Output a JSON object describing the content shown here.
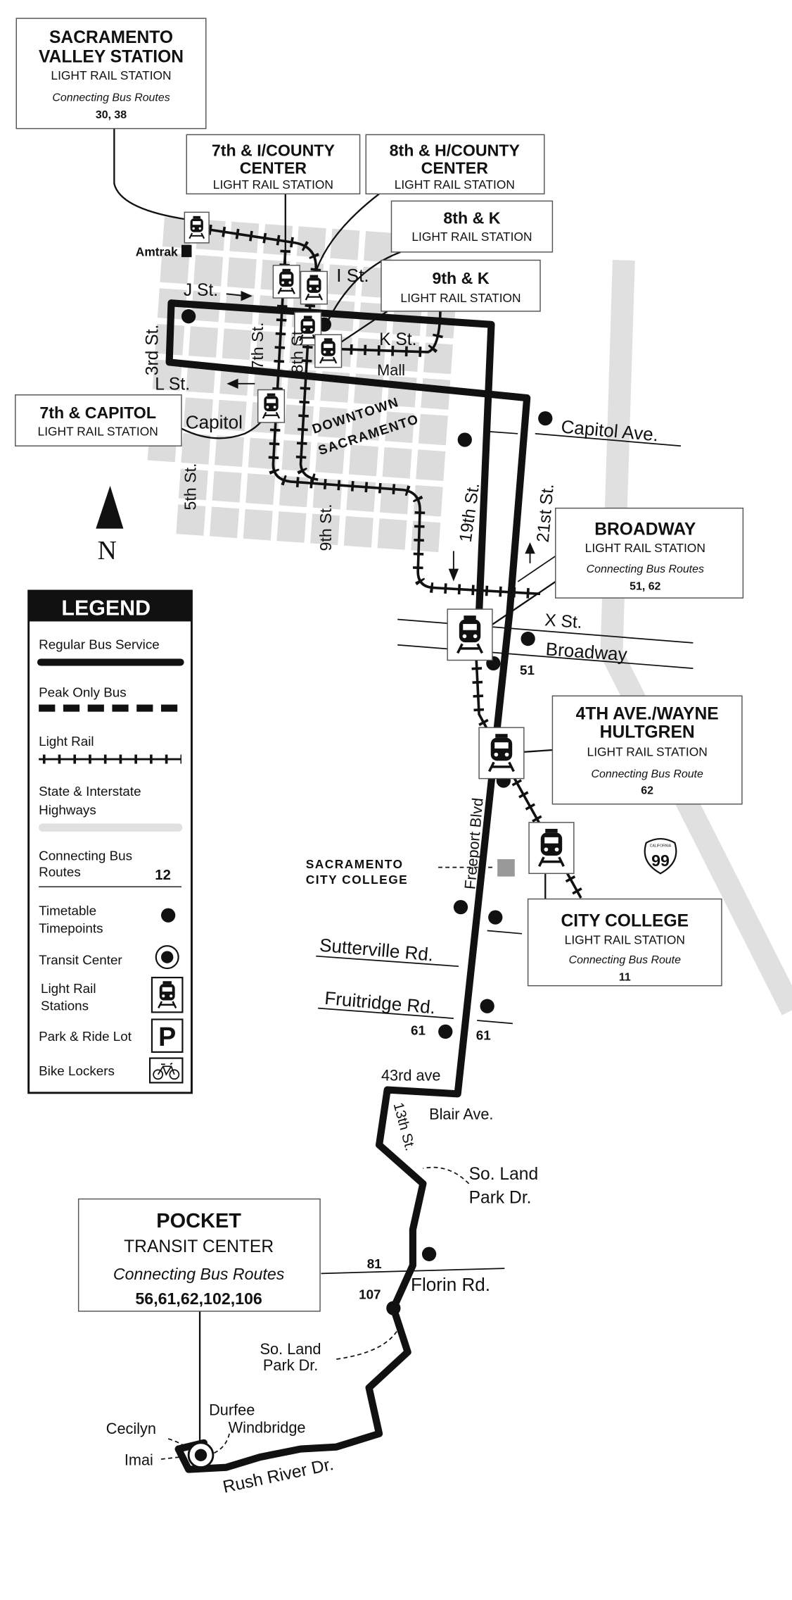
{
  "stations": {
    "sacramento_valley": {
      "line1": "SACRAMENTO",
      "line2": "VALLEY STATION",
      "type": "LIGHT RAIL STATION",
      "connecting": "Connecting Bus Routes",
      "routes": "30, 38"
    },
    "seventh_i": {
      "line1": "7th & I/COUNTY",
      "line2": "CENTER",
      "type": "LIGHT RAIL STATION"
    },
    "eighth_h": {
      "line1": "8th & H/COUNTY",
      "line2": "CENTER",
      "type": "LIGHT RAIL STATION"
    },
    "eighth_k": {
      "line1": "8th & K",
      "type": "LIGHT RAIL STATION"
    },
    "ninth_k": {
      "line1": "9th & K",
      "type": "LIGHT RAIL STATION"
    },
    "seventh_capitol": {
      "line1": "7th & CAPITOL",
      "type": "LIGHT RAIL STATION"
    },
    "broadway": {
      "line1": "BROADWAY",
      "type": "LIGHT RAIL STATION",
      "connecting": "Connecting Bus Routes",
      "routes": "51, 62"
    },
    "fourth_ave": {
      "line1": "4TH AVE./WAYNE",
      "line2": "HULTGREN",
      "type": "LIGHT RAIL STATION",
      "connecting": "Connecting Bus Route",
      "routes": "62"
    },
    "city_college": {
      "line1": "CITY COLLEGE",
      "type": "LIGHT RAIL STATION",
      "connecting": "Connecting Bus Route",
      "routes": "11"
    },
    "pocket": {
      "line1": "POCKET",
      "type": "TRANSIT CENTER",
      "connecting": "Connecting Bus Routes",
      "routes": "56,61,62,102,106"
    }
  },
  "labels": {
    "amtrak": "Amtrak",
    "j_st": "J St.",
    "i_st": "I St.",
    "third_st": "3rd St.",
    "seventh_st": "7th St.",
    "eighth_st": "8th St.",
    "k_st": "K St.",
    "mall": "Mall",
    "l_st": "L St.",
    "capitol": "Capitol",
    "fifth_st": "5th St.",
    "ninth_st": "9th St.",
    "downtown": "DOWNTOWN",
    "sacramento": "SACRAMENTO",
    "nineteenth_st": "19th St.",
    "twentyfirst_st": "21st St.",
    "capitol_ave": "Capitol Ave.",
    "x_st": "X St.",
    "broadway": "Broadway",
    "route_51": "51",
    "freeport": "Freeport Blvd",
    "scc_1": "SACRAMENTO",
    "scc_2": "CITY COLLEGE",
    "hwy_99": "99",
    "hwy_state": "CALIFORNIA",
    "sutterville": "Sutterville Rd.",
    "fruitridge": "Fruitridge Rd.",
    "route_61a": "61",
    "route_61b": "61",
    "ave_43": "43rd ave",
    "blair": "Blair Ave.",
    "thirteenth": "13th St.",
    "sl_park1_a": "So. Land",
    "sl_park1_b": "Park Dr.",
    "route_81": "81",
    "route_107": "107",
    "florin": "Florin Rd.",
    "sl_park2_a": "So. Land",
    "sl_park2_b": "Park Dr.",
    "cecilyn": "Cecilyn",
    "durfee": "Durfee",
    "windbridge": "Windbridge",
    "imai": "Imai",
    "rush_river": "Rush River Dr.",
    "north": "N"
  },
  "legend": {
    "title": "LEGEND",
    "regular_bus": "Regular Bus Service",
    "peak_bus": "Peak Only Bus",
    "light_rail": "Light Rail",
    "highways_1": "State & Interstate",
    "highways_2": "Highways",
    "connecting_1": "Connecting Bus",
    "connecting_2": "Routes",
    "connecting_sample": "12",
    "timepoints_1": "Timetable",
    "timepoints_2": "Timepoints",
    "transit_center": "Transit Center",
    "lr_stations_1": "Light Rail",
    "lr_stations_2": "Stations",
    "park_ride": "Park & Ride Lot",
    "park_symbol": "P",
    "bike_lockers": "Bike Lockers"
  },
  "colors": {
    "highway": "#e0e0e0",
    "blocks": "#dcdcdc",
    "route": "#111111"
  }
}
